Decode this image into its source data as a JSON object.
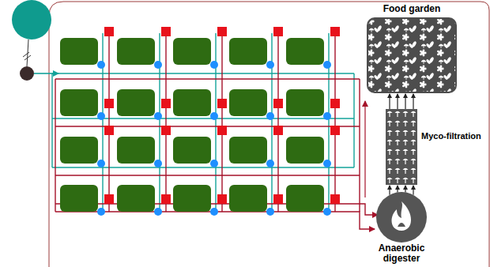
{
  "diagram": {
    "nodes": [
      {
        "text": [
          "Food garden"
        ]
      },
      {
        "text": [
          "Myco-filtration"
        ]
      },
      {
        "text": [
          "Anaerobic digester"
        ]
      }
    ],
    "edges": [
      {
        "from": 2,
        "to": 1,
        "arrow": "to"
      },
      {
        "from": 1,
        "to": 0,
        "arrow": "to"
      }
    ]
  }
}
